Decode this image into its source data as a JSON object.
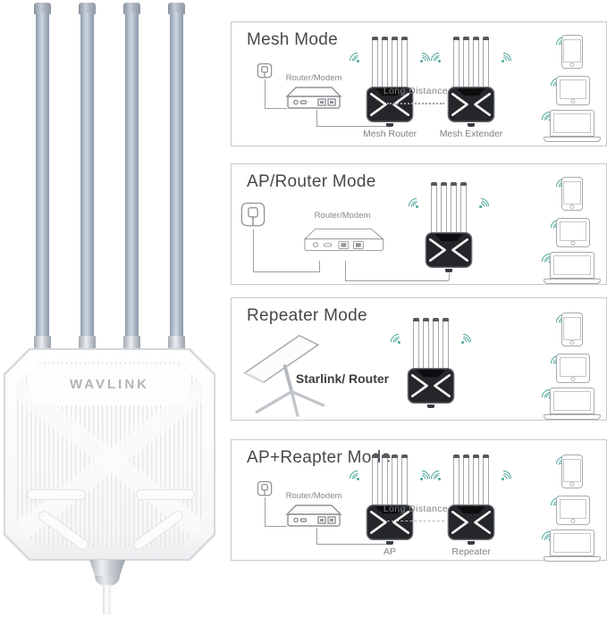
{
  "image_type": "product-infographic",
  "product": {
    "brand": "WAVLINK",
    "antenna_count": 4
  },
  "colors": {
    "background": "#ffffff",
    "panel_border": "#c7c9cb",
    "title_text": "#46494c",
    "label_text": "#85888b",
    "diagram_stroke": "#9b9fa3",
    "wifi_accent": "#4ba59b",
    "device_body": "#242629",
    "antenna_gray_blue": "#aab7c6"
  },
  "icons": {
    "wifi-waves-icon": "three concentric teal arcs with dot",
    "wall-plug-icon": "outlet square with power plug",
    "router-modem-icon": "3d box with ethernet ports",
    "ap-device-icon": "black outdoor unit with 4 white antennas",
    "starlink-dish-icon": "tilted dish panel on tripod",
    "phone-icon": "smartphone outline",
    "tablet-icon": "tablet outline",
    "laptop-icon": "laptop outline"
  },
  "panels": [
    {
      "title": "Mesh Mode",
      "router_label": "Router/Modem",
      "device_a_label": "Mesh Router",
      "link_label": "Long Distance",
      "device_b_label": "Mesh Extender"
    },
    {
      "title": "AP/Router Mode",
      "router_label": "Router/Modem"
    },
    {
      "title": "Repeater Mode",
      "source_label": "Starlink/ Router"
    },
    {
      "title": "AP+Reapter Mode",
      "router_label": "Router/Modem",
      "device_a_label": "AP",
      "link_label": "Long Distance",
      "device_b_label": "Repeater"
    }
  ]
}
